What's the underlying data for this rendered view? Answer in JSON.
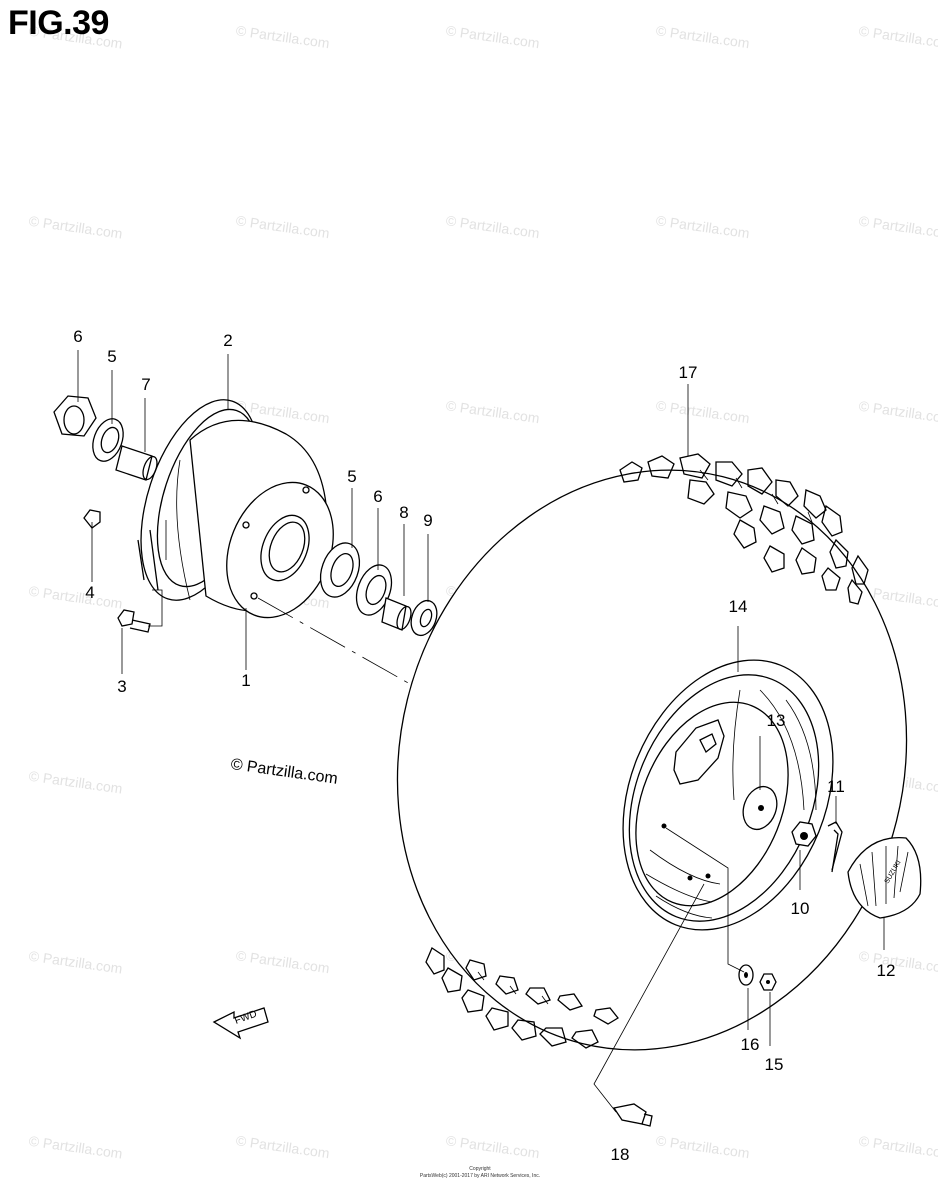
{
  "figure": {
    "title": "FIG.39",
    "credit": "© Partzilla.com",
    "watermark": "© Partzilla.com",
    "footer_line1": "Copyright",
    "footer_line2": "PartsWeb(c) 2001-2017 by ARI Network Services, Inc.",
    "fwd_label": "FWD",
    "tire_brand": "SUZUKI"
  },
  "callouts": [
    {
      "id": "c6a",
      "label": "6"
    },
    {
      "id": "c5a",
      "label": "5"
    },
    {
      "id": "c7",
      "label": "7"
    },
    {
      "id": "c2",
      "label": "2"
    },
    {
      "id": "c4",
      "label": "4"
    },
    {
      "id": "c3",
      "label": "3"
    },
    {
      "id": "c1",
      "label": "1"
    },
    {
      "id": "c5b",
      "label": "5"
    },
    {
      "id": "c6b",
      "label": "6"
    },
    {
      "id": "c8",
      "label": "8"
    },
    {
      "id": "c9",
      "label": "9"
    },
    {
      "id": "c17",
      "label": "17"
    },
    {
      "id": "c14",
      "label": "14"
    },
    {
      "id": "c13",
      "label": "13"
    },
    {
      "id": "c11",
      "label": "11"
    },
    {
      "id": "c10",
      "label": "10"
    },
    {
      "id": "c12",
      "label": "12"
    },
    {
      "id": "c16",
      "label": "16"
    },
    {
      "id": "c15",
      "label": "15"
    },
    {
      "id": "c18",
      "label": "18"
    }
  ]
}
